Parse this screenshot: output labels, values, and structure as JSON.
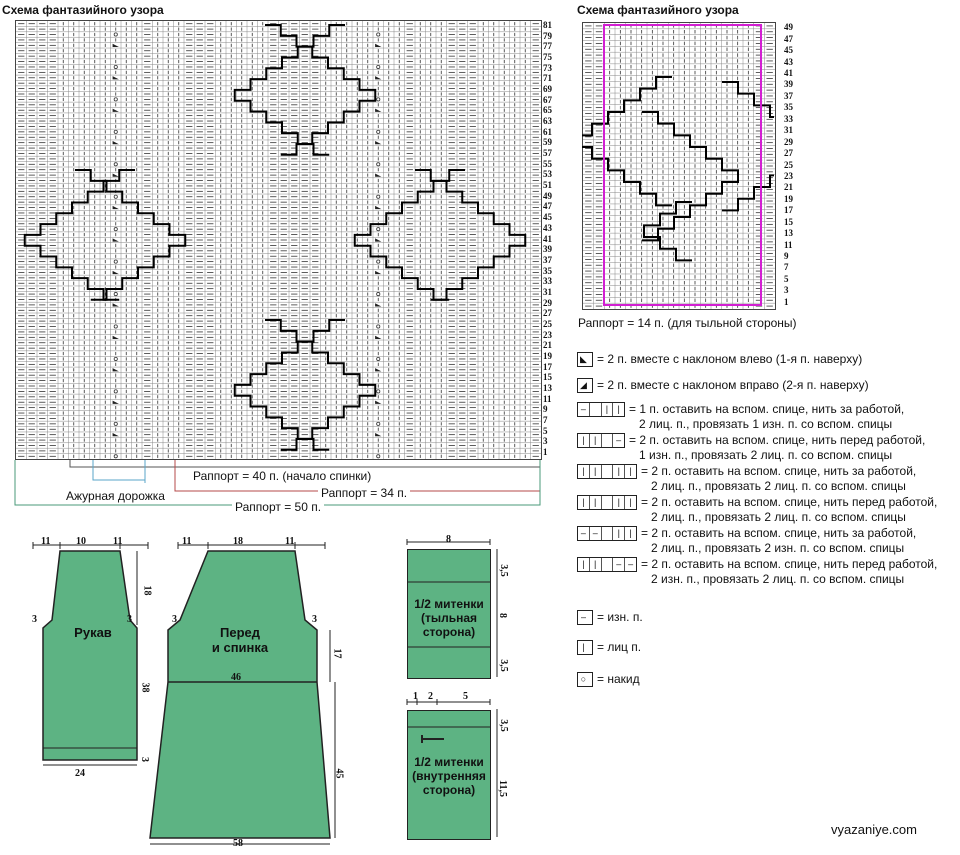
{
  "chart_main": {
    "title": "Схема фантазийного узора",
    "row_labels": [
      "1",
      "3",
      "5",
      "7",
      "9",
      "11",
      "13",
      "15",
      "17",
      "19",
      "21",
      "23",
      "25",
      "27",
      "29",
      "31",
      "33",
      "35",
      "37",
      "39",
      "41",
      "43",
      "45",
      "47",
      "49",
      "51",
      "53",
      "55",
      "57",
      "59",
      "61",
      "63",
      "65",
      "67",
      "69",
      "71",
      "73",
      "75",
      "77",
      "79",
      "81"
    ],
    "rapport_40": "Раппорт = 40 п. (начало спинки)",
    "rapport_34": "Раппорт = 34 п.",
    "rapport_50": "Раппорт = 50 п.",
    "lace_track": "Ажурная дорожка"
  },
  "chart_back": {
    "title": "Схема фантазийного узора",
    "row_labels": [
      "1",
      "3",
      "5",
      "7",
      "9",
      "11",
      "13",
      "15",
      "17",
      "19",
      "21",
      "23",
      "25",
      "27",
      "29",
      "31",
      "33",
      "35",
      "37",
      "39",
      "41",
      "43",
      "45",
      "47",
      "49"
    ],
    "rapport": "Раппорт = 14 п. (для тыльной стороны)",
    "frame_color": "#d21fd2"
  },
  "legend": [
    {
      "symbol": "k2tog-left-icon",
      "text": "= 2 п. вместе с наклоном влево (1-я п. наверху)"
    },
    {
      "symbol": "k2tog-right-icon",
      "text": "= 2 п. вместе с наклоном вправо (2-я п. наверху)"
    },
    {
      "symbol": "cable-1-2-back-icon",
      "text": "= 1 п. оставить на вспом. спице, нить за работой,\n   2 лиц. п., провязать 1 изн. п. со вспом. спицы"
    },
    {
      "symbol": "cable-2-1-front-icon",
      "text": "= 2 п. оставить на вспом. спице, нить перед работой,\n   1 изн. п., провязать 2 лиц. п. со вспом. спицы"
    },
    {
      "symbol": "cable-2-2-back-icon",
      "text": "= 2 п. оставить на вспом. спице, нить за работой,\n   2 лиц. п., провязать 2 лиц. п. со вспом. спицы"
    },
    {
      "symbol": "cable-2-2-front-icon",
      "text": "= 2 п. оставить на вспом. спице, нить перед работой,\n   2 лиц. п., провязать 2 лиц. п. со вспом. спицы"
    },
    {
      "symbol": "cable-purl-back-icon",
      "text": "= 2 п. оставить на вспом. спице, нить за работой,\n   2 лиц. п., провязать 2 изн. п. со вспом. спицы"
    },
    {
      "symbol": "cable-purl-front-icon",
      "text": "= 2 п. оставить на вспом. спице, нить перед работой,\n   2 изн. п., провязать 2 лиц. п. со вспом. спицы"
    },
    {
      "symbol": "purl-icon",
      "text": "= изн. п."
    },
    {
      "symbol": "knit-icon",
      "text": "= лиц п."
    },
    {
      "symbol": "yarn-over-icon",
      "text": "= накид"
    }
  ],
  "pieces": {
    "sleeve": {
      "label": "Рукав",
      "dims": {
        "top_left": "11",
        "top_mid": "10",
        "top_right": "11",
        "side_top": "18",
        "armhole_left": "3",
        "armhole_right": "3",
        "side_long": "38",
        "cuff": "3",
        "bottom": "24"
      }
    },
    "body": {
      "label": "Перед\nи спинка",
      "dims": {
        "top_left": "11",
        "top_mid": "18",
        "top_right": "11",
        "side_top": "17",
        "armhole_left": "3",
        "armhole_right": "3",
        "waist": "46",
        "side_long": "45",
        "bottom": "58"
      }
    },
    "mitten_back": {
      "label": "1/2 митенки\n(тыльная\nсторона)",
      "dims": {
        "top": "8",
        "r1": "3,5",
        "r2": "8",
        "r3": "3,5"
      }
    },
    "mitten_inner": {
      "label": "1/2 митенки\n(внутренняя\nсторона)",
      "dims": {
        "t1": "1",
        "t2": "2",
        "t3": "5",
        "r1": "3,5",
        "r2": "11,5"
      }
    }
  },
  "brand": "vyazaniye.com",
  "colors": {
    "piece_fill": "#5db383",
    "frame": "#d21fd2"
  }
}
